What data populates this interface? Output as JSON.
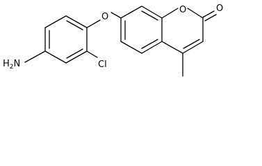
{
  "molecule": {
    "atoms": {
      "amine_main": "H",
      "amine_sub": "2",
      "amine_n": "N",
      "chlorine": "Cl",
      "ether_oxygen": "O",
      "ring_oxygen": "O",
      "carbonyl_oxygen": "O"
    },
    "colors": {
      "line": "#000000",
      "background": "#ffffff"
    }
  }
}
